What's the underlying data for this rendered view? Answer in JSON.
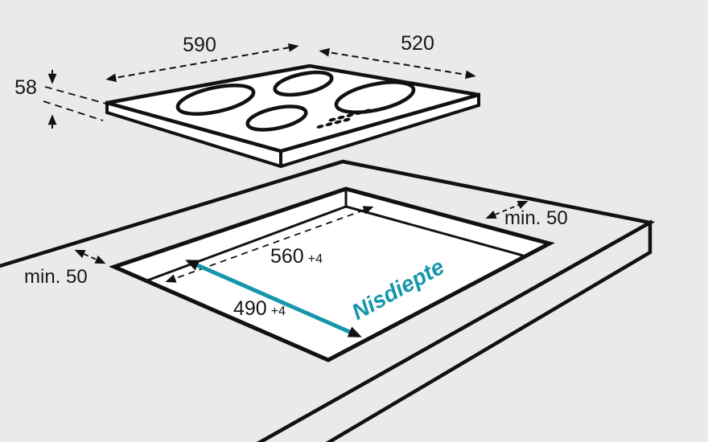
{
  "diagram_title": "hob-installation-dimensions",
  "colors": {
    "background": "#e9eaea",
    "line": "#111111",
    "accent_teal": "#1596aa",
    "surface_white": "#ffffff"
  },
  "hob": {
    "width": "590",
    "depth": "520",
    "height": "58"
  },
  "niche": {
    "width": "560",
    "width_tolerance": "+4",
    "depth": "490",
    "depth_tolerance": "+4",
    "depth_label": "Nisdiepte",
    "clearance_left": "min. 50",
    "clearance_right": "min. 50"
  }
}
